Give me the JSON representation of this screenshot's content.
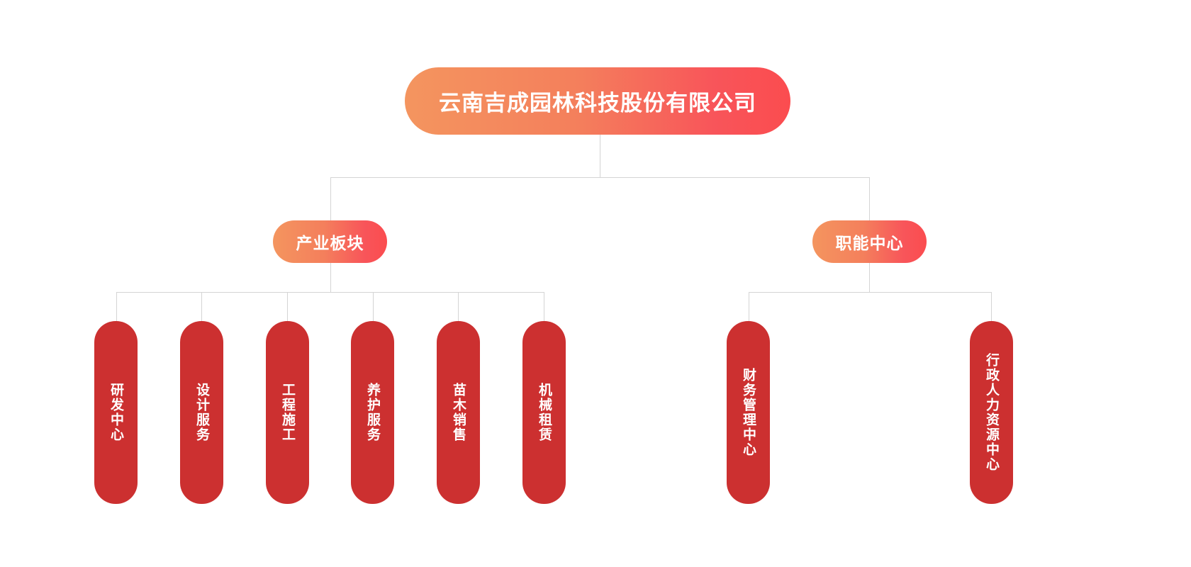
{
  "root": {
    "label": "云南吉成园林科技股份有限公司"
  },
  "sectors": [
    {
      "label": "产业板块",
      "departments": [
        "研发中心",
        "设计服务",
        "工程施工",
        "养护服务",
        "苗木销售",
        "机械租赁"
      ]
    },
    {
      "label": "职能中心",
      "departments": [
        "财务管理中心",
        "行政人力资源中心"
      ]
    }
  ],
  "colors": {
    "gradient_start": "#f4955f",
    "gradient_end": "#fb4c4f",
    "department_fill": "#cc3030",
    "connector": "#d4d4d4",
    "text": "#ffffff"
  }
}
